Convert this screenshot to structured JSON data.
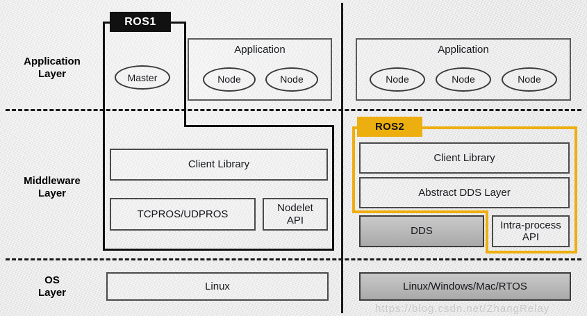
{
  "diagram": {
    "title": "ROS1 vs ROS2 architecture stack",
    "colors": {
      "ros1_badge_bg": "#111111",
      "ros1_badge_text": "#ffffff",
      "ros2_badge_bg": "#EDAE10",
      "ros2_outline": "#EEAE10",
      "box_border": "#4a4a4a",
      "grey_fill": "#b4b4b4",
      "background": "#e8e8e8"
    },
    "layers": [
      {
        "id": "application",
        "label": "Application\nLayer"
      },
      {
        "id": "middleware",
        "label": "Middleware\nLayer"
      },
      {
        "id": "os",
        "label": "OS\nLayer"
      }
    ],
    "left_stack": {
      "badge": "ROS1",
      "application": {
        "master_node": "Master",
        "app_title": "Application",
        "nodes": [
          "Node",
          "Node"
        ]
      },
      "middleware": {
        "client_library": "Client Library",
        "transport": "TCPROS/UDPROS",
        "nodelet_api": "Nodelet\nAPI"
      },
      "os": {
        "platform": "Linux"
      }
    },
    "right_stack": {
      "badge": "ROS2",
      "application": {
        "app_title": "Application",
        "nodes": [
          "Node",
          "Node",
          "Node"
        ]
      },
      "middleware": {
        "client_library": "Client Library",
        "abstract_dds_layer": "Abstract DDS Layer",
        "dds": "DDS",
        "intra_process_api": "Intra-process\nAPI"
      },
      "os": {
        "platform": "Linux/Windows/Mac/RTOS"
      }
    },
    "watermark": "https://blog.csdn.net/ZhangRelay"
  }
}
